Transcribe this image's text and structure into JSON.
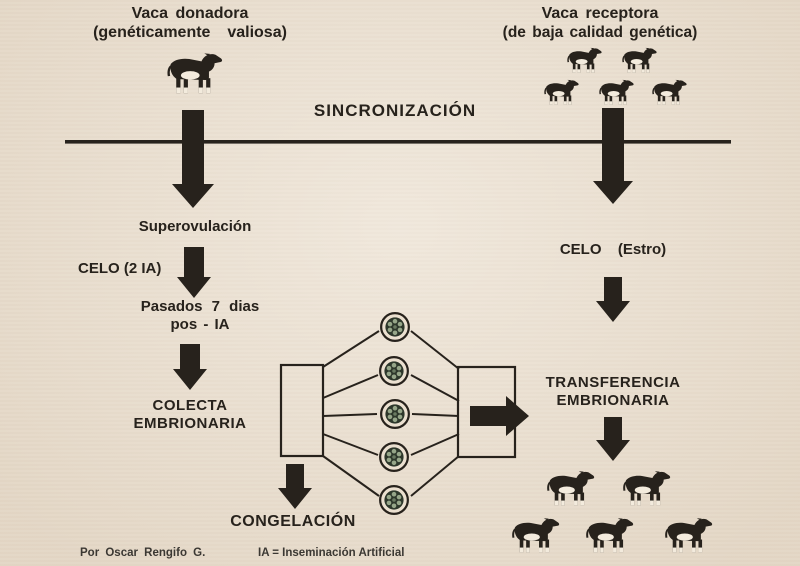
{
  "colors": {
    "background": "#ebe0d0",
    "ink": "#27221c",
    "embryo-dark": "#2d372b",
    "embryo-dot": "#96a689",
    "cow-patch": "#f3ebdd",
    "footer-ink": "#3b3833"
  },
  "donor": {
    "title": "Vaca donadora",
    "subtitle": "(genéticamente  valiosa)",
    "cow_count": 1
  },
  "receptor": {
    "title": "Vaca receptora",
    "subtitle": "(de baja calidad genética)",
    "cow_count": 5
  },
  "sync": {
    "label": "SINCRONIZACIÓN"
  },
  "left_flow": {
    "superovulation": "Superovulación",
    "celo": "CELO (2 IA)",
    "wait_line1": "Pasados 7 dias",
    "wait_line2": "pos - IA",
    "collect_line1": "COLECTA",
    "collect_line2": "EMBRIONARIA",
    "freeze": "CONGELACIÓN"
  },
  "right_flow": {
    "celo": "CELO  (Estro)",
    "transfer_line1": "TRANSFERENCIA",
    "transfer_line2": "EMBRIONARIA",
    "result_cow_count": 5
  },
  "embryos": {
    "count": 5,
    "icon": "embryo-icon"
  },
  "footer": {
    "author": "Por Oscar Rengifo G.",
    "legend": "IA = Inseminación Artificial"
  }
}
